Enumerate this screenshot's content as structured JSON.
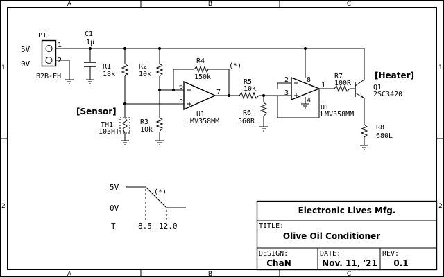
{
  "frame": {
    "cols": [
      "A",
      "B",
      "C"
    ],
    "rows": [
      "1",
      "2"
    ]
  },
  "components": {
    "p1": {
      "ref": "P1",
      "part": "B2B-EH",
      "pin1": "1",
      "pin2": "2",
      "net_5v": "5V",
      "net_0v": "0V"
    },
    "c1": {
      "ref": "C1",
      "value": "1μ"
    },
    "r1": {
      "ref": "R1",
      "value": "18k"
    },
    "r2": {
      "ref": "R2",
      "value": "10k"
    },
    "r3": {
      "ref": "R3",
      "value": "10k"
    },
    "r4": {
      "ref": "R4",
      "value": "150k",
      "note": "(*)"
    },
    "r5": {
      "ref": "R5",
      "value": "10k"
    },
    "r6": {
      "ref": "R6",
      "value": "560R"
    },
    "r7": {
      "ref": "R7",
      "value": "100R"
    },
    "r8": {
      "ref": "R8",
      "value": "680L"
    },
    "th1": {
      "ref": "TH1",
      "value": "103HT",
      "label": "[Sensor]"
    },
    "q1": {
      "ref": "Q1",
      "value": "2SC3420",
      "label": "[Heater]"
    },
    "u1a": {
      "ref": "U1",
      "value": "LMV358MM",
      "pin_inv": "6",
      "pin_noninv": "5",
      "pin_out": "7"
    },
    "u1b": {
      "ref": "U1",
      "value": "LMV358MM",
      "pin_inv": "2",
      "pin_noninv": "3",
      "pin_out": "1",
      "pin_vcc": "8",
      "pin_gnd": "4"
    }
  },
  "graph": {
    "y_high": "5V",
    "y_low": "0V",
    "x_axis": "T",
    "x1": "8.5",
    "x2": "12.0",
    "note": "(*)"
  },
  "title_block": {
    "company": "Electronic Lives Mfg.",
    "title_label": "TITLE:",
    "title": "Olive Oil Conditioner",
    "design_label": "DESIGN:",
    "designer": "ChaN",
    "date_label": "DATE:",
    "date": "Nov. 11, '21",
    "rev_label": "REV:",
    "rev": "0.1"
  }
}
